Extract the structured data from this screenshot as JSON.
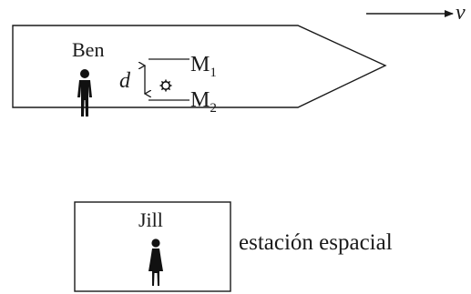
{
  "velocity_label": "v",
  "ship_person_label": "Ben",
  "separation_label": "d",
  "mirror_top_label": "M",
  "mirror_top_sub": "1",
  "mirror_bottom_label": "M",
  "mirror_bottom_sub": "2",
  "station_person_label": "Jill",
  "station_label": "estación espacial"
}
